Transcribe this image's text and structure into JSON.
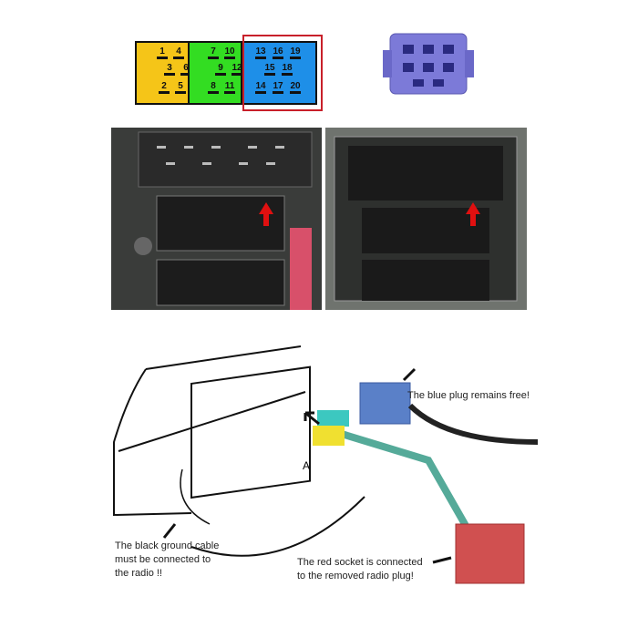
{
  "pinout": {
    "yellow_pins": [
      "1",
      "4",
      "3",
      "6",
      "2",
      "5"
    ],
    "green_pins": [
      "7",
      "10",
      "9",
      "12",
      "8",
      "11"
    ],
    "blue_pins": [
      "13",
      "16",
      "19",
      "15",
      "18",
      "14",
      "17",
      "20"
    ],
    "colors": {
      "yellow": "#f5c518",
      "green": "#33dd22",
      "blue": "#1e8fe8",
      "highlight": "#c8202a"
    }
  },
  "captions": {
    "blue_plug": "The blue plug remains free!",
    "ground_cable": [
      "The black ground cable",
      "must be connected to",
      "the radio !!"
    ],
    "red_socket": [
      "The red socket is connected",
      "to the removed radio plug!"
    ]
  },
  "drawing": {
    "slot_label": "A"
  }
}
